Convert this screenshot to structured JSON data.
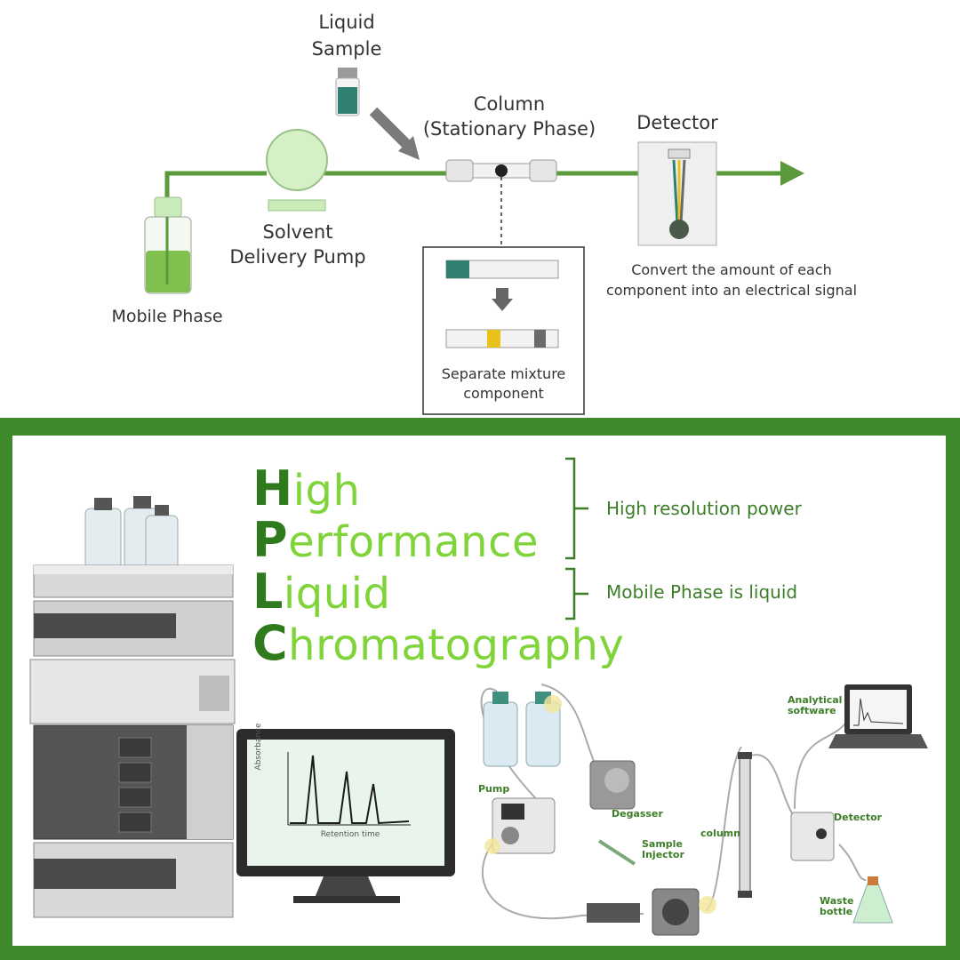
{
  "top": {
    "liquid_sample": [
      "Liquid",
      "Sample"
    ],
    "column": [
      "Column",
      "(Stationary Phase)"
    ],
    "detector": "Detector",
    "solvent_pump": [
      "Solvent",
      "Delivery Pump"
    ],
    "mobile_phase": "Mobile Phase",
    "detector_note": [
      "Convert the amount of each",
      "component into an electrical signal"
    ],
    "separate": [
      "Separate mixture",
      "component"
    ]
  },
  "bottom": {
    "acronym": [
      {
        "cap": "H",
        "rest": "igh"
      },
      {
        "cap": "P",
        "rest": "erformance"
      },
      {
        "cap": "L",
        "rest": "iquid"
      },
      {
        "cap": "C",
        "rest": "hromatography"
      }
    ],
    "bracket1": "High resolution power",
    "bracket2": "Mobile Phase is liquid",
    "chart_axis": {
      "y": "Absorbance",
      "x": "Retention time"
    },
    "parts": {
      "analytical": [
        "Analytical",
        "software"
      ],
      "pump": "Pump",
      "degasser": "Degasser",
      "column": "column",
      "detector": "Detector",
      "injector": [
        "Sample",
        "Injector"
      ],
      "waste": [
        "Waste",
        "bottle"
      ]
    }
  },
  "colors": {
    "green_dark": "#3e8a2a",
    "green_light": "#7fd43a",
    "flow_green": "#5a9a3a"
  }
}
